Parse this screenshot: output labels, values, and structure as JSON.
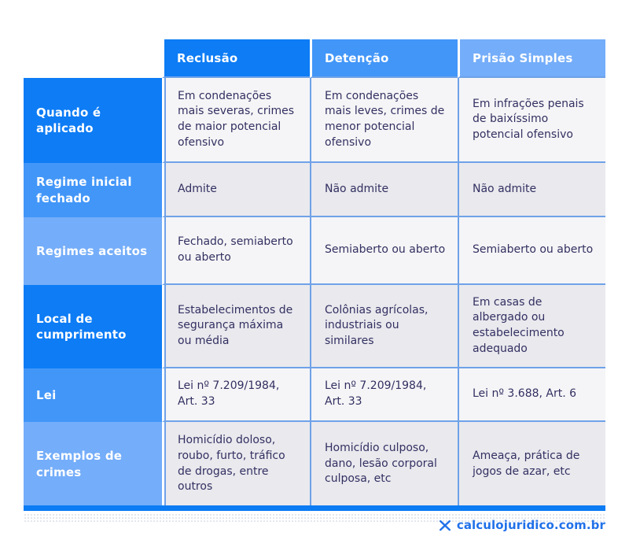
{
  "chart_data": {
    "type": "table",
    "title": "",
    "columns": [
      "Reclusão",
      "Detenção",
      "Prisão Simples"
    ],
    "row_labels": [
      "Quando é aplicado",
      "Regime inicial fechado",
      "Regimes aceitos",
      "Local de cumprimento",
      "Lei",
      "Exemplos de crimes"
    ],
    "rows": [
      [
        "Em condenações mais severas, crimes de maior potencial ofensivo",
        "Em condenações mais leves, crimes de menor potencial ofensivo",
        "Em infrações penais de baixíssimo potencial ofensivo"
      ],
      [
        "Admite",
        "Não admite",
        "Não admite"
      ],
      [
        "Fechado, semiaberto ou aberto",
        "Semiaberto ou aberto",
        "Semiaberto ou aberto"
      ],
      [
        "Estabelecimentos de segurança máxima ou média",
        "Colônias agrícolas, industriais ou similares",
        "Em casas de albergado ou estabelecimento adequado"
      ],
      [
        "Lei nº 7.209/1984, Art. 33",
        "Lei nº 7.209/1984, Art. 33",
        "Lei nº 3.688, Art. 6"
      ],
      [
        "Homicídio doloso, roubo, furto, tráfico de drogas, entre outros",
        "Homicídio culposo, dano, lesão corporal culposa, etc",
        "Ameaça, prática de jogos de azar, etc"
      ]
    ],
    "layout": {
      "header_position": "top",
      "row_label_position": "left",
      "row_shading": "alternating",
      "column_header_tones": [
        "bright-blue",
        "medium-blue",
        "light-blue"
      ],
      "row_label_tones_cycle": [
        "bright-blue",
        "medium-blue",
        "light-blue"
      ]
    }
  },
  "footer": {
    "site": "calculojuridico.com.br",
    "logo": "calculojuridico-logo"
  },
  "colors": {
    "tone0": "#0d7cf5",
    "tone1": "#4296f8",
    "tone2": "#74adf9",
    "sep": "#6fa2e8",
    "row-odd": "#f5f5f7",
    "row-even": "#e9e9ee",
    "ink": "#333061",
    "accent": "#0b7cf4",
    "link": "#2171e9"
  }
}
